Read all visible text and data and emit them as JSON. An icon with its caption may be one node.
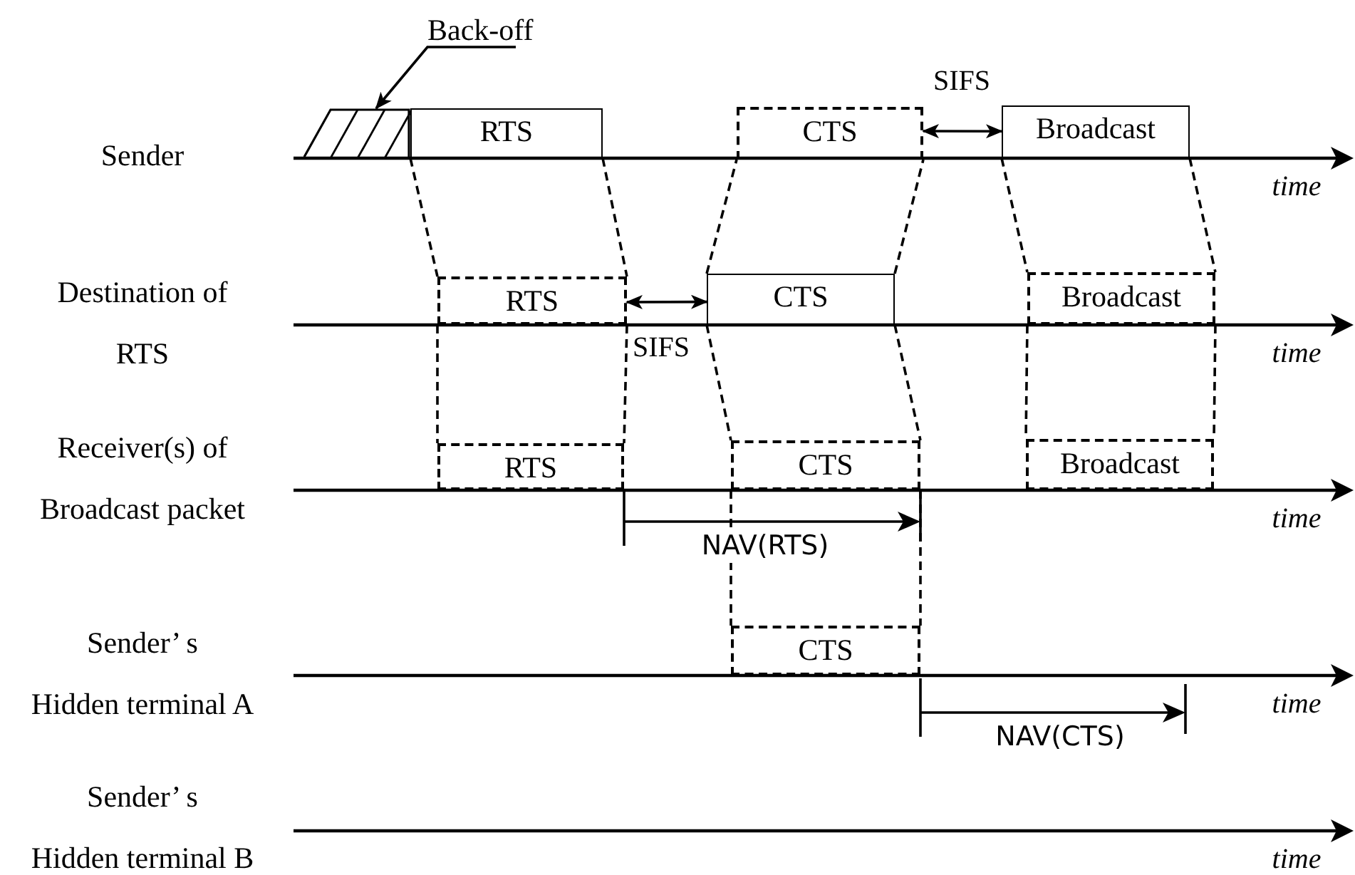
{
  "diagram": {
    "nodes": [
      {
        "text": [
          "Back-off"
        ]
      },
      {
        "text": [],
        "shape": "box"
      },
      {
        "text": [
          "RTS"
        ]
      },
      {
        "text": [
          "CTS"
        ]
      },
      {
        "text": [
          "Broadcast"
        ]
      },
      {
        "text": [
          "RTS"
        ]
      },
      {
        "text": [
          "CTS"
        ]
      },
      {
        "text": [
          "Broadcast"
        ]
      },
      {
        "text": [
          "RTS"
        ]
      },
      {
        "text": [
          "CTS"
        ]
      },
      {
        "text": [
          "Broadcast"
        ]
      },
      {
        "text": [
          "CTS"
        ]
      }
    ],
    "edges": [
      {
        "from": 0,
        "to": 1,
        "arrow": "to"
      },
      {
        "from": 2,
        "to": 5,
        "arrow": "none",
        "style": "dashed"
      },
      {
        "from": 2,
        "to": 5,
        "arrow": "none",
        "style": "dashed"
      },
      {
        "from": 5,
        "to": 8,
        "arrow": "none",
        "style": "dashed"
      },
      {
        "from": 5,
        "to": 8,
        "arrow": "none",
        "style": "dashed"
      },
      {
        "from": 6,
        "to": 3,
        "arrow": "none",
        "style": "dashed"
      },
      {
        "from": 6,
        "to": 3,
        "arrow": "none",
        "style": "dashed"
      },
      {
        "from": 6,
        "to": 9,
        "arrow": "none",
        "style": "dashed"
      },
      {
        "from": 6,
        "to": 9,
        "arrow": "none",
        "style": "dashed"
      },
      {
        "from": 9,
        "to": 11,
        "arrow": "none",
        "style": "dashed"
      },
      {
        "from": 9,
        "to": 11,
        "arrow": "none",
        "style": "dashed"
      },
      {
        "from": 4,
        "to": 7,
        "arrow": "none",
        "style": "dashed"
      },
      {
        "from": 4,
        "to": 7,
        "arrow": "none",
        "style": "dashed"
      },
      {
        "from": 7,
        "to": 10,
        "arrow": "none",
        "style": "dashed"
      },
      {
        "from": 7,
        "to": 10,
        "arrow": "none",
        "style": "dashed"
      },
      {
        "from": 3,
        "to": 4,
        "arrow": "both",
        "label": "SIFS"
      },
      {
        "from": 5,
        "to": 6,
        "arrow": "both",
        "label": "SIFS"
      }
    ],
    "labels": [
      "Sender",
      "Destination of RTS",
      "Receiver(s) of Broadcast packet",
      "Sender’ s Hidden terminal A",
      "Sender’ s Hidden terminal B",
      "time",
      "time",
      "time",
      "time",
      "time",
      "NAV(RTS)",
      "NAV(CTS)"
    ]
  }
}
